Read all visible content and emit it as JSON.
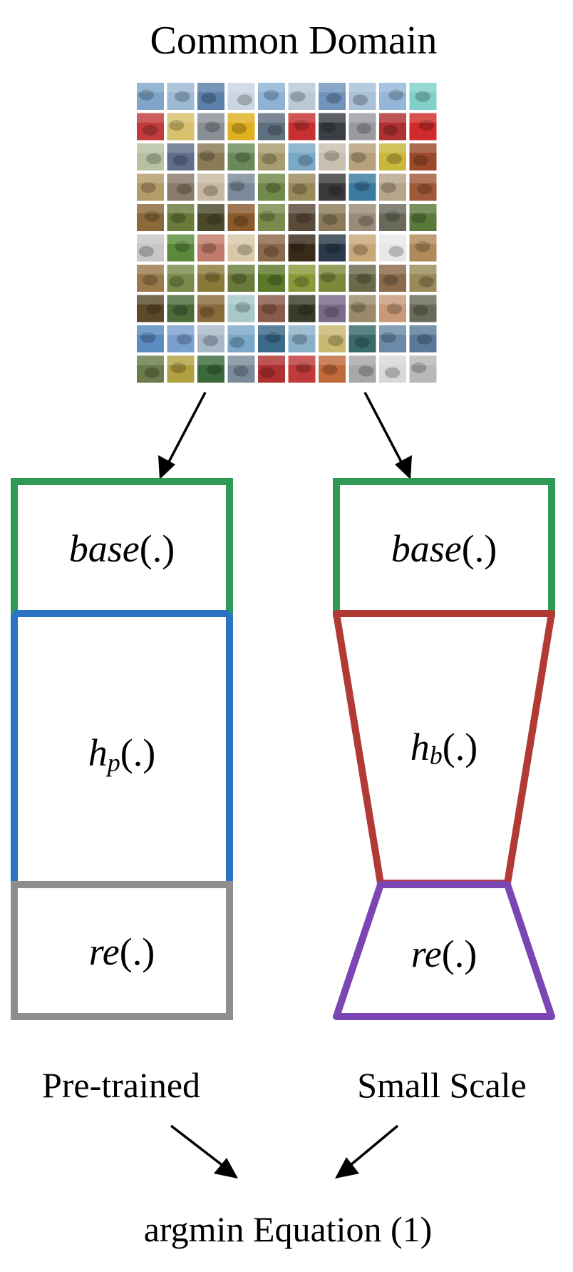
{
  "title": "Common Domain",
  "image_grid": {
    "rows": 10,
    "cols": 10
  },
  "left_stack": {
    "base_label": "base",
    "base_suffix": "(.)",
    "head_label": "h",
    "head_sub": "p",
    "head_suffix": "(.)",
    "re_label": "re",
    "re_suffix": "(.)",
    "caption": "Pre-trained"
  },
  "right_stack": {
    "base_label": "base",
    "base_suffix": "(.)",
    "head_label": "h",
    "head_sub": "b",
    "head_suffix": "(.)",
    "re_label": "re",
    "re_suffix": "(.)",
    "caption": "Small Scale"
  },
  "result": "argmin Equation (1)",
  "colors": {
    "base": "#2e9a55",
    "pretrained_head": "#2b74c3",
    "pretrained_re": "#8e8e8e",
    "small_head": "#b23a35",
    "small_re": "#7b45b3",
    "arrow": "#000000"
  }
}
